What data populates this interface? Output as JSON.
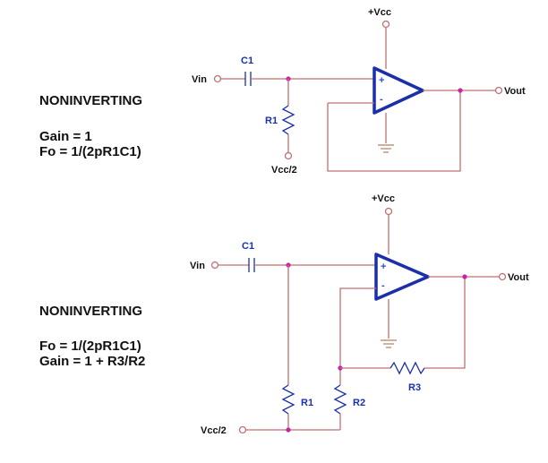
{
  "circuit1": {
    "title": "NONINVERTING",
    "line1": "Gain = 1",
    "line2": "Fo = 1/(2pR1C1)",
    "labels": {
      "vin": "Vin",
      "vout": "Vout",
      "vcc": "+Vcc",
      "vcc_half": "Vcc/2",
      "c1": "C1",
      "r1": "R1",
      "plus": "+",
      "minus": "-"
    }
  },
  "circuit2": {
    "title": "NONINVERTING",
    "line1": "Fo = 1/(2pR1C1)",
    "line2": "Gain = 1 + R3/R2",
    "labels": {
      "vin": "Vin",
      "vout": "Vout",
      "vcc": "+Vcc",
      "vcc_half": "Vcc/2",
      "c1": "C1",
      "r1": "R1",
      "r2": "R2",
      "r3": "R3",
      "plus": "+",
      "minus": "-"
    }
  }
}
